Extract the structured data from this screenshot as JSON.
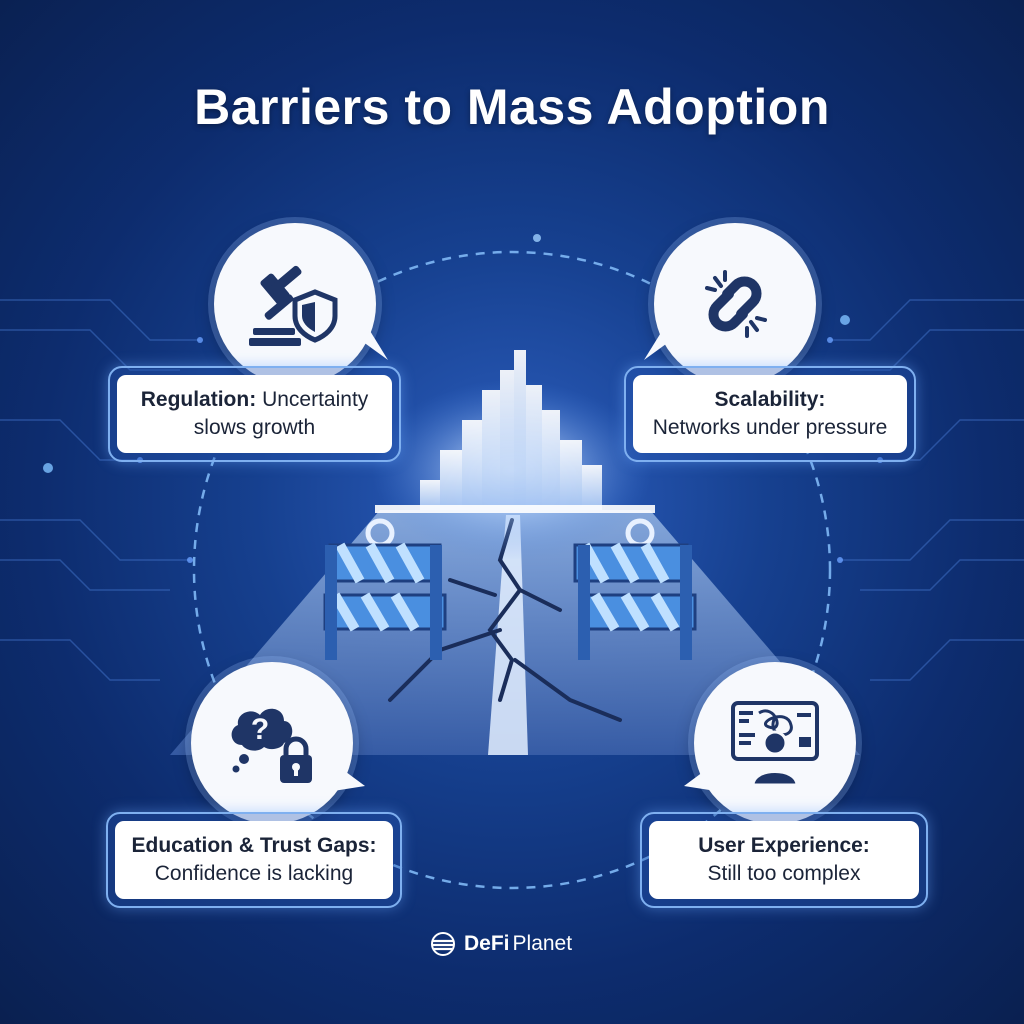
{
  "title": "Barriers to Mass Adoption",
  "barriers": [
    {
      "heading": "Regulation:",
      "text": "Uncertainty",
      "text2": "slows growth",
      "icon": "gavel-shield-icon"
    },
    {
      "heading": "Scalability:",
      "text": "Networks under pressure",
      "text2": "",
      "icon": "broken-chain-icon"
    },
    {
      "heading": "Education & Trust Gaps:",
      "text": "Confidence is lacking",
      "text2": "",
      "icon": "question-lock-icon"
    },
    {
      "heading": "User Experience:",
      "text": "Still too complex",
      "text2": "",
      "icon": "complex-interface-user-icon"
    }
  ],
  "logo": {
    "brand_bold": "DeFi",
    "brand_rest": "Planet"
  },
  "colors": {
    "background": "#0d2c6e",
    "accent": "#7fb0f0",
    "icon": "#1f3566",
    "barricade": "#4a8fe0"
  }
}
